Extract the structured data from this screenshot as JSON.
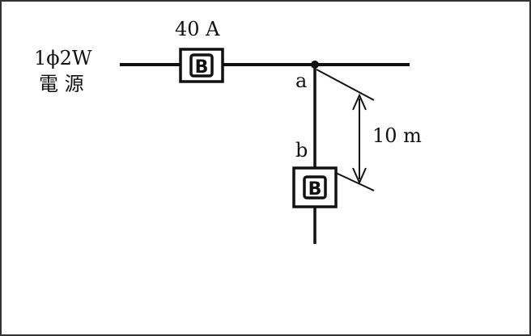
{
  "source": {
    "phase_label": "1ϕ2W",
    "name_label": "電 源"
  },
  "main_breaker": {
    "rating_label": "40 A",
    "symbol_letter": "B"
  },
  "branch": {
    "point_a_label": "a",
    "point_b_label": "b",
    "length_label": "10 m"
  },
  "branch_breaker": {
    "symbol_letter": "B"
  },
  "colors": {
    "line": "#111111",
    "frame": "#333333",
    "background": "#ffffff"
  }
}
